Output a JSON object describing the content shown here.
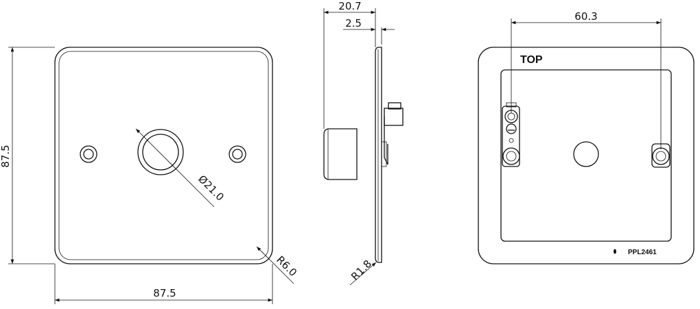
{
  "front_view": {
    "height_dim": "87.5",
    "width_dim": "87.5",
    "knob_diameter": "Ø21.0",
    "corner_radius": "R6.0"
  },
  "side_view": {
    "depth_dim": "20.7",
    "plate_thickness": "2.5",
    "edge_radius": "R1.8"
  },
  "back_view": {
    "fixing_centres": "60.3",
    "orientation_label": "TOP",
    "part_number": "PPL2461"
  }
}
